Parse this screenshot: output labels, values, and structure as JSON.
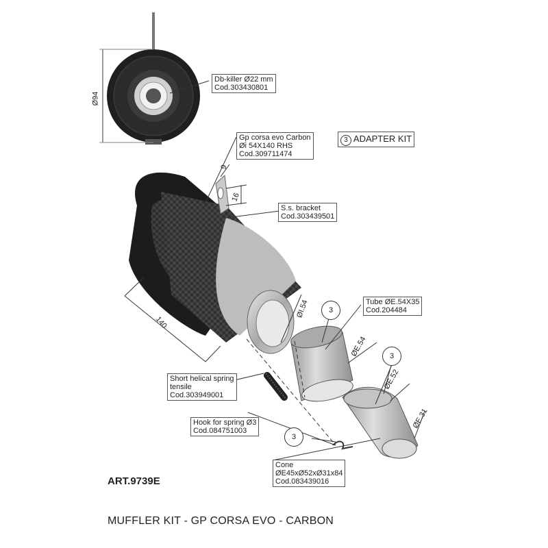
{
  "labels": {
    "dbkiller": [
      "Db-killer Ø22 mm",
      "Cod.303430801"
    ],
    "gpcorsa": [
      "Gp corsa evo Carbon",
      "Øi 54X140 RHS",
      "Cod.309711474"
    ],
    "adapter": {
      "number": "3",
      "text": "ADAPTER KIT"
    },
    "bracket": [
      "S.s. bracket",
      "Cod.303439501"
    ],
    "tube": [
      "Tube ØE.54X35",
      "Cod.204484"
    ],
    "spring": [
      "Short helical spring",
      "tensile",
      "Cod.303949001"
    ],
    "hook": [
      "Hook for spring Ø3",
      "Cod.084751003"
    ],
    "cone": [
      "Cone",
      "ØE45xØ52xØ31x84",
      "Cod.083439016"
    ]
  },
  "dimensions": {
    "d94": "Ø94",
    "d9": "9",
    "d16": "16",
    "d140": "140",
    "di54": "ØI.54",
    "de54": "ØE.54",
    "de52": "ØE.52",
    "de31": "ØE.31"
  },
  "callouts": [
    "3",
    "3",
    "3"
  ],
  "article": "ART.9739E",
  "title": "MUFFLER KIT - GP CORSA EVO - CARBON",
  "colors": {
    "carbon": "#3a3a3a",
    "steel": "#b8b8b8",
    "dark": "#1c1c1c"
  }
}
